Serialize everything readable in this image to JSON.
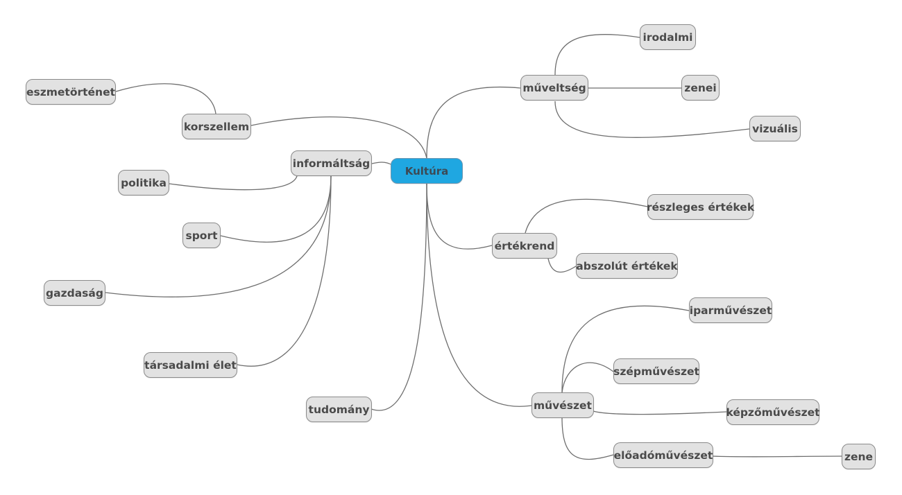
{
  "mindmap": {
    "root": "Kultúra",
    "branches": {
      "muveltseg": {
        "label": "műveltség",
        "children": [
          "irodalmi",
          "zenei",
          "vizuális"
        ]
      },
      "ertekrend": {
        "label": "értékrend",
        "children": [
          "részleges értékek",
          "abszolút értékek"
        ]
      },
      "muveszet": {
        "label": "művészet",
        "children": [
          "iparművészet",
          "szépművészet",
          "képzőművészet",
          "előadóművészet"
        ],
        "grandchildren": [
          "zene"
        ]
      },
      "tudomany": {
        "label": "tudomány"
      },
      "informaltsag": {
        "label": "informáltság",
        "children": [
          "politika",
          "sport",
          "gazdaság",
          "társadalmi élet"
        ]
      },
      "korszellem": {
        "label": "korszellem",
        "children": [
          "eszmetörténet"
        ]
      }
    }
  },
  "colors": {
    "root_fill": "#1fa7e1",
    "node_fill": "#e2e2e2",
    "node_border": "#8a8a8a",
    "edge": "#6e6e6e",
    "text": "#4a4a4a"
  }
}
